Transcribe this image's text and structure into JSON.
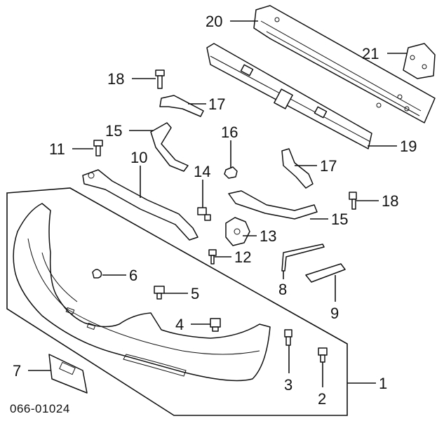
{
  "diagram": {
    "reference_code": "066-01024",
    "callouts": [
      "1",
      "2",
      "3",
      "4",
      "5",
      "6",
      "7",
      "8",
      "9",
      "10",
      "11",
      "12",
      "13",
      "14",
      "15",
      "15",
      "16",
      "17",
      "17",
      "18",
      "18",
      "19",
      "20",
      "21"
    ]
  }
}
